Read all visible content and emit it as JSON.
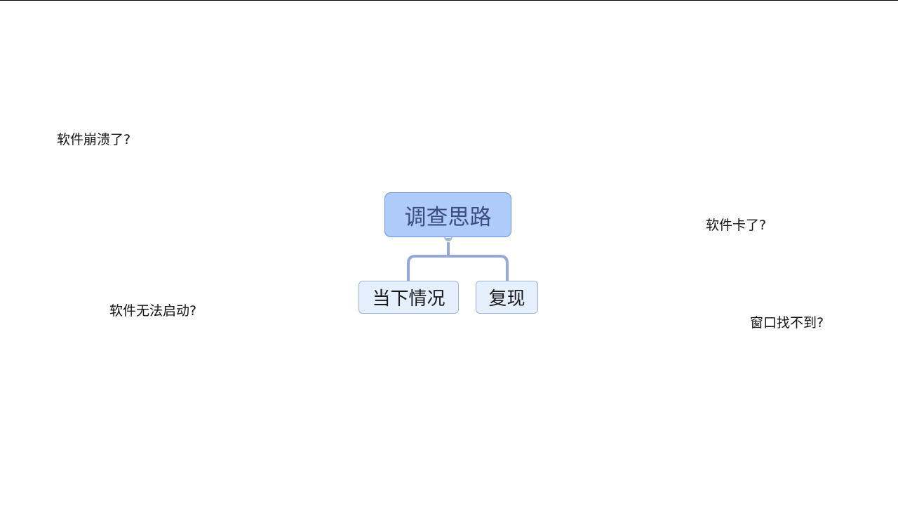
{
  "mindmap": {
    "root": "调查思路",
    "children": [
      "当下情况",
      "复现"
    ]
  },
  "floating_topics": [
    "软件崩溃了?",
    "软件卡了?",
    "软件无法启动?",
    "窗口找不到?"
  ]
}
